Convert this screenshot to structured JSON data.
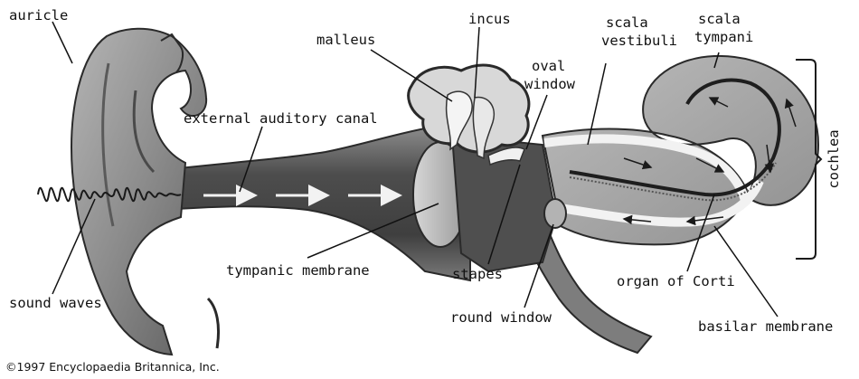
{
  "labels": {
    "auricle": "auricle",
    "incus": "incus",
    "malleus": "malleus",
    "scala_vestibuli_line1": "scala",
    "scala_vestibuli_line2": "vestibuli",
    "scala_tympani_line1": "scala",
    "scala_tympani_line2": "tympani",
    "oval_window_line1": "oval",
    "oval_window_line2": "window",
    "external_auditory_canal": "external auditory canal",
    "cochlea": "cochlea",
    "tympanic_membrane": "tympanic membrane",
    "stapes": "stapes",
    "organ_of_corti": "organ of Corti",
    "sound_waves": "sound waves",
    "round_window": "round window",
    "basilar_membrane": "basilar membrane"
  },
  "copyright": "©1997 Encyclopaedia Britannica, Inc."
}
